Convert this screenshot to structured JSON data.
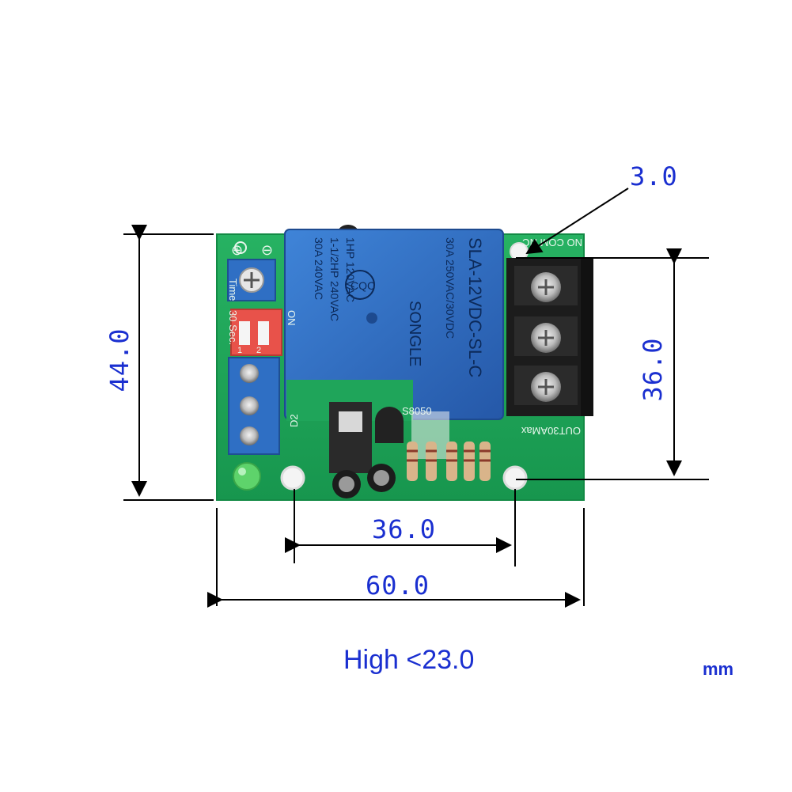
{
  "board": {
    "relay": {
      "model": "SLA-12VDC-SL-C",
      "brand": "SONGLE",
      "rating_line1": "30A  250VAC/30VDC",
      "rating_line2": "1HP 120VAC",
      "rating_line3": "1-1/2HP 240VAC",
      "rating_line4": "30A 240VAC",
      "cert": "CQC"
    },
    "silk_top_right": "NO COM NC",
    "silk_out": "OUT30AMax",
    "silk_time": "Time",
    "silk_30sec": "30 Sec.",
    "silk_on": "ON",
    "silk_switch_1": "1",
    "silk_switch_2": "2",
    "silk_transistor": "S8050",
    "silk_diode": "D2",
    "silk_plus": "⊕",
    "silk_minus": "⊖"
  },
  "dimensions": {
    "height_left": "44.0",
    "height_right": "36.0",
    "hole_spacing": "36.0",
    "width": "60.0",
    "terminal_pitch": "3.0",
    "height_note": "High <23.0",
    "unit": "mm"
  },
  "colors": {
    "pcb": "#1fa55a",
    "relay": "#2f6fc4",
    "dimension": "#1a2fd0"
  }
}
